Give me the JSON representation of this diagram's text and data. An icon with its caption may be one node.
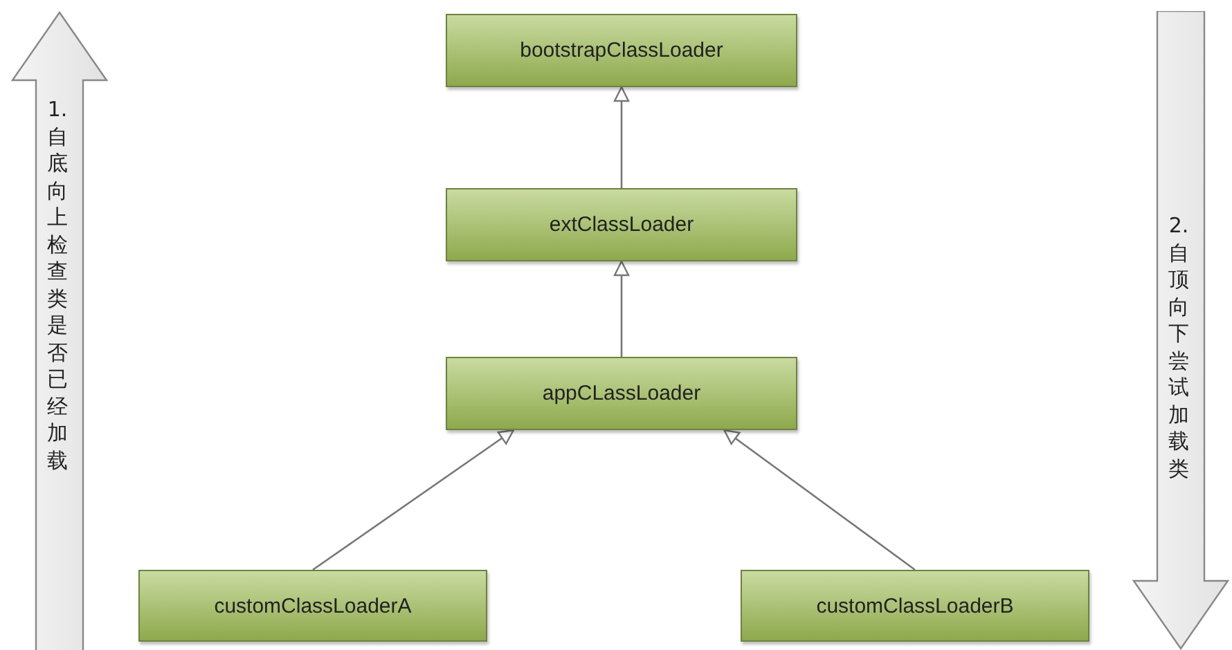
{
  "diagram": {
    "nodes": [
      {
        "text": [
          "bootstrapClassLoader"
        ]
      },
      {
        "text": [
          "extClassLoader"
        ]
      },
      {
        "text": [
          "appCLassLoader"
        ]
      },
      {
        "text": [
          "customClassLoaderA"
        ]
      },
      {
        "text": [
          "customClassLoaderB"
        ]
      },
      {
        "text": [
          "1.自底向上检查类是否已经加载"
        ]
      },
      {
        "text": [
          "2.自顶向下尝试加载类"
        ]
      }
    ],
    "edges": [
      {
        "from": 1,
        "to": 0,
        "arrow": "to"
      },
      {
        "from": 2,
        "to": 1,
        "arrow": "to"
      },
      {
        "from": 3,
        "to": 2,
        "arrow": "to"
      },
      {
        "from": 4,
        "to": 2,
        "arrow": "to"
      }
    ]
  }
}
